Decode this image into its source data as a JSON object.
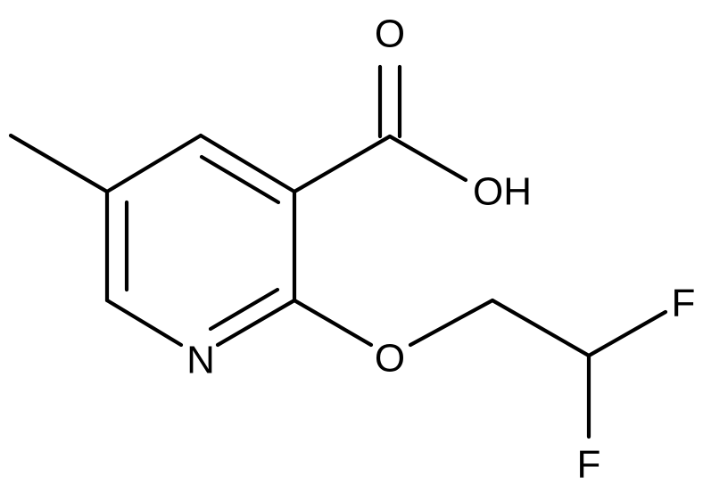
{
  "diagram": {
    "type": "chemical-structure",
    "atoms": {
      "carbonyl_oxygen": "O",
      "hydroxyl": "OH",
      "ring_nitrogen": "N",
      "ether_oxygen": "O",
      "fluorine_1": "F",
      "fluorine_2": "F"
    },
    "colors": {
      "bond": "#000000",
      "label": "#000000",
      "background": "#ffffff"
    }
  }
}
